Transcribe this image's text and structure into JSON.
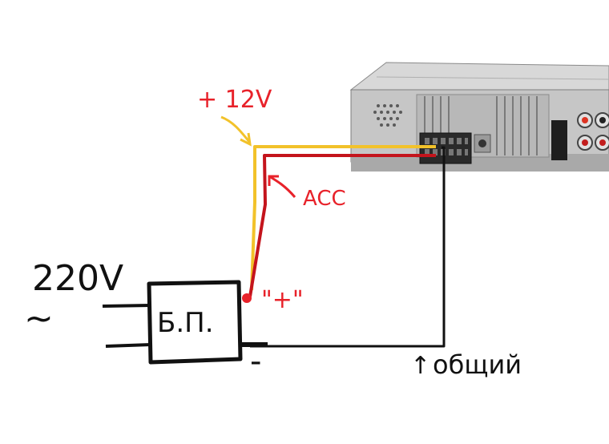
{
  "labels": {
    "plus_12v": "+ 12V",
    "acc": "ACC",
    "mains": "220V",
    "mains_symbol": "~",
    "psu": "Б.П.",
    "plus_terminal": "\"+\"",
    "minus_terminal": "-",
    "common": "общий",
    "common_arrow": "↑"
  },
  "colors": {
    "red_text": "#e8222a",
    "wire_yellow": "#f2c22a",
    "wire_red": "#c4141c",
    "wire_black": "#111111",
    "radio_body": "#c9c9c9"
  }
}
